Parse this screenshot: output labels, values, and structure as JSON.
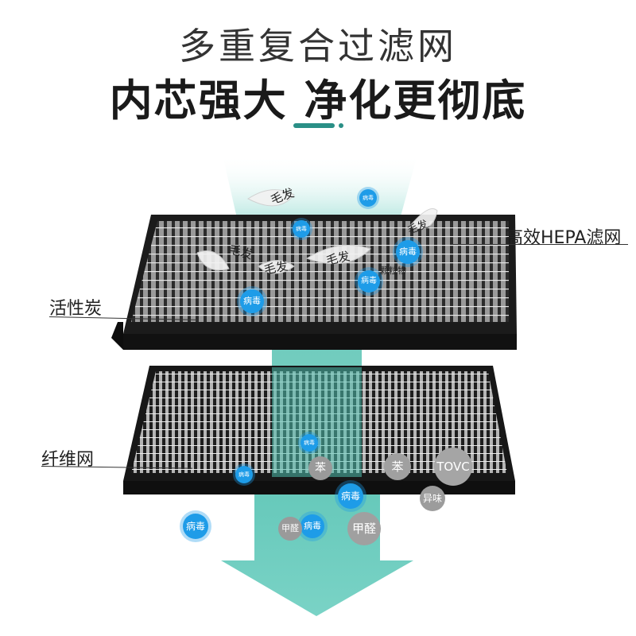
{
  "header": {
    "title": "多重复合过滤网",
    "subtitle": "内芯强大 净化更彻底"
  },
  "labels": {
    "hepa": "高效HEPA滤网",
    "carbon": "活性炭",
    "fiber": "纤维网"
  },
  "particles": {
    "hair": "毛发",
    "virus": "病毒",
    "pollen": "颗粒物",
    "benzene": "苯",
    "tovc": "TOVC",
    "odor": "异味",
    "formaldehyde": "甲醛"
  },
  "colors": {
    "accent": "#2a8f86",
    "airflow": "#5fc4b5",
    "virus": "#1e9ce8",
    "gray_bubble": "#9a9a9a"
  }
}
